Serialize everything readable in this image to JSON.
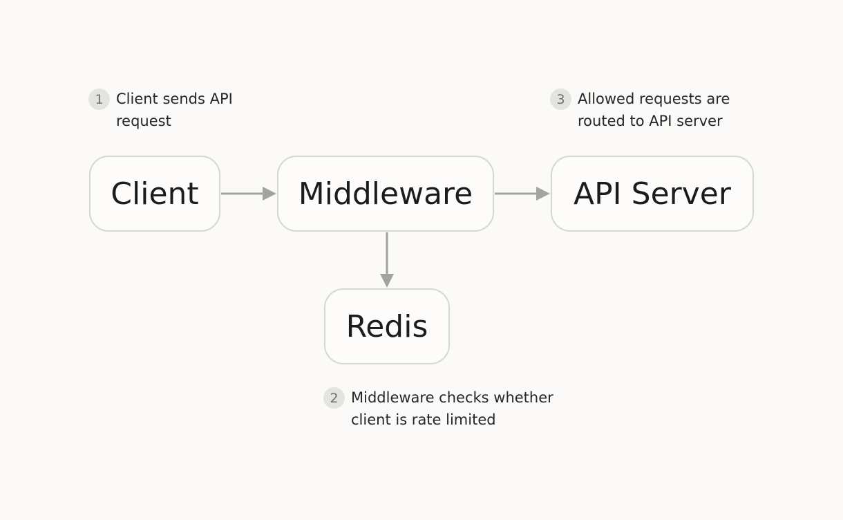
{
  "nodes": {
    "client": "Client",
    "middleware": "Middleware",
    "api_server": "API Server",
    "redis": "Redis"
  },
  "annotations": [
    {
      "number": "1",
      "text": "Client sends API request"
    },
    {
      "number": "2",
      "text": "Middleware checks whether client is rate limited"
    },
    {
      "number": "3",
      "text": "Allowed requests are routed to API server"
    }
  ],
  "colors": {
    "background": "#fbfaf8",
    "node_border": "#d6d6d3",
    "arrow": "#a3a3a1",
    "badge": "#e4e3df"
  }
}
